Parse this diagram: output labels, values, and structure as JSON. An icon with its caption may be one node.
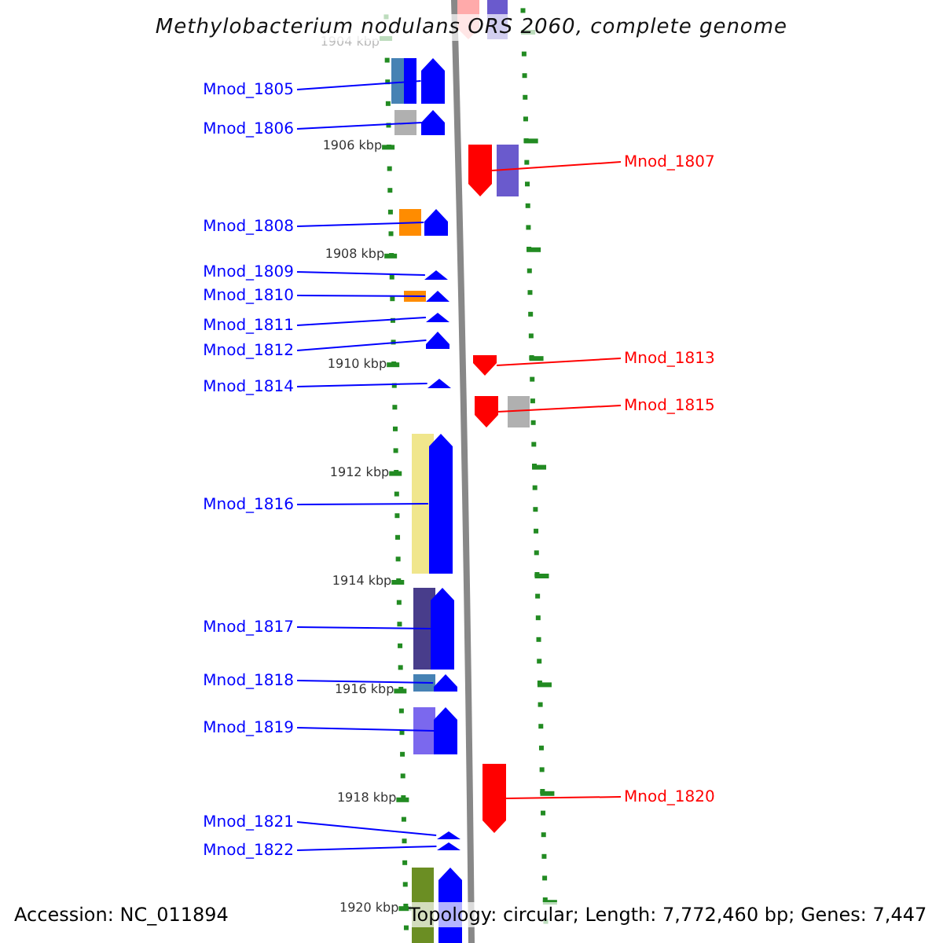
{
  "diagram": {
    "title": "Methylobacterium nodulans ORS 2060, complete genome",
    "nodes": [
      {
        "text": [
          "Mnod_1805"
        ]
      },
      {
        "text": [
          "Mnod_1806"
        ]
      },
      {
        "text": [
          "Mnod_1807"
        ]
      },
      {
        "text": [
          "Mnod_1808"
        ]
      },
      {
        "text": [
          "Mnod_1809"
        ]
      },
      {
        "text": [
          "Mnod_1810"
        ]
      },
      {
        "text": [
          "Mnod_1811"
        ]
      },
      {
        "text": [
          "Mnod_1812"
        ]
      },
      {
        "text": [
          "Mnod_1813"
        ]
      },
      {
        "text": [
          "Mnod_1814"
        ]
      },
      {
        "text": [
          "Mnod_1815"
        ]
      },
      {
        "text": [
          "Mnod_1816"
        ]
      },
      {
        "text": [
          "Mnod_1817"
        ]
      },
      {
        "text": [
          "Mnod_1818"
        ]
      },
      {
        "text": [
          "Mnod_1819"
        ]
      },
      {
        "text": [
          "Mnod_1820"
        ]
      },
      {
        "text": [
          "Mnod_1821"
        ]
      },
      {
        "text": [
          "Mnod_1822"
        ]
      },
      {
        "text": [],
        "shape": "bar"
      },
      {
        "text": [],
        "shape": "bar"
      },
      {
        "text": [],
        "shape": "bar"
      },
      {
        "text": [],
        "shape": "bar"
      },
      {
        "text": [],
        "shape": "bar"
      },
      {
        "text": [],
        "shape": "bar"
      },
      {
        "text": [],
        "shape": "bar"
      },
      {
        "text": [],
        "shape": "bar"
      },
      {
        "text": [],
        "shape": "bar"
      },
      {
        "text": [],
        "shape": "bar"
      },
      {
        "text": [],
        "shape": "bar"
      },
      {
        "text": [],
        "shape": "bar"
      },
      {
        "text": [],
        "shape": "bar"
      },
      {
        "text": [],
        "shape": "bar"
      },
      {
        "text": [],
        "shape": "bar"
      },
      {
        "text": [],
        "shape": "bar"
      },
      {
        "text": [],
        "shape": "bar"
      },
      {
        "text": [],
        "shape": "bar"
      }
    ],
    "edges": [
      {
        "from": 0,
        "to": 18,
        "arrow": "none"
      },
      {
        "from": 1,
        "to": 19,
        "arrow": "none"
      },
      {
        "from": 2,
        "to": 20,
        "arrow": "none",
        "color": "#ff0000"
      },
      {
        "from": 3,
        "to": 21,
        "arrow": "none"
      },
      {
        "from": 4,
        "to": 22,
        "arrow": "none"
      },
      {
        "from": 5,
        "to": 23,
        "arrow": "none"
      },
      {
        "from": 6,
        "to": 24,
        "arrow": "none"
      },
      {
        "from": 7,
        "to": 25,
        "arrow": "none"
      },
      {
        "from": 8,
        "to": 26,
        "arrow": "none",
        "color": "#ff0000"
      },
      {
        "from": 9,
        "to": 27,
        "arrow": "none"
      },
      {
        "from": 10,
        "to": 28,
        "arrow": "none",
        "color": "#ff0000"
      },
      {
        "from": 11,
        "to": 29,
        "arrow": "none"
      },
      {
        "from": 12,
        "to": 30,
        "arrow": "none"
      },
      {
        "from": 13,
        "to": 31,
        "arrow": "none"
      },
      {
        "from": 14,
        "to": 32,
        "arrow": "none"
      },
      {
        "from": 15,
        "to": 33,
        "arrow": "none",
        "color": "#ff0000"
      },
      {
        "from": 16,
        "to": 34,
        "arrow": "none"
      },
      {
        "from": 17,
        "to": 35,
        "arrow": "none"
      }
    ],
    "labels": [
      "1904 kbp",
      "1906 kbp",
      "1908 kbp",
      "1910 kbp",
      "1912 kbp",
      "1914 kbp",
      "1916 kbp",
      "1918 kbp",
      "1920 kbp",
      "Accession: NC_011894",
      "Topology: circular; Length: 7,772,460 bp; Genes: 7,447"
    ]
  }
}
